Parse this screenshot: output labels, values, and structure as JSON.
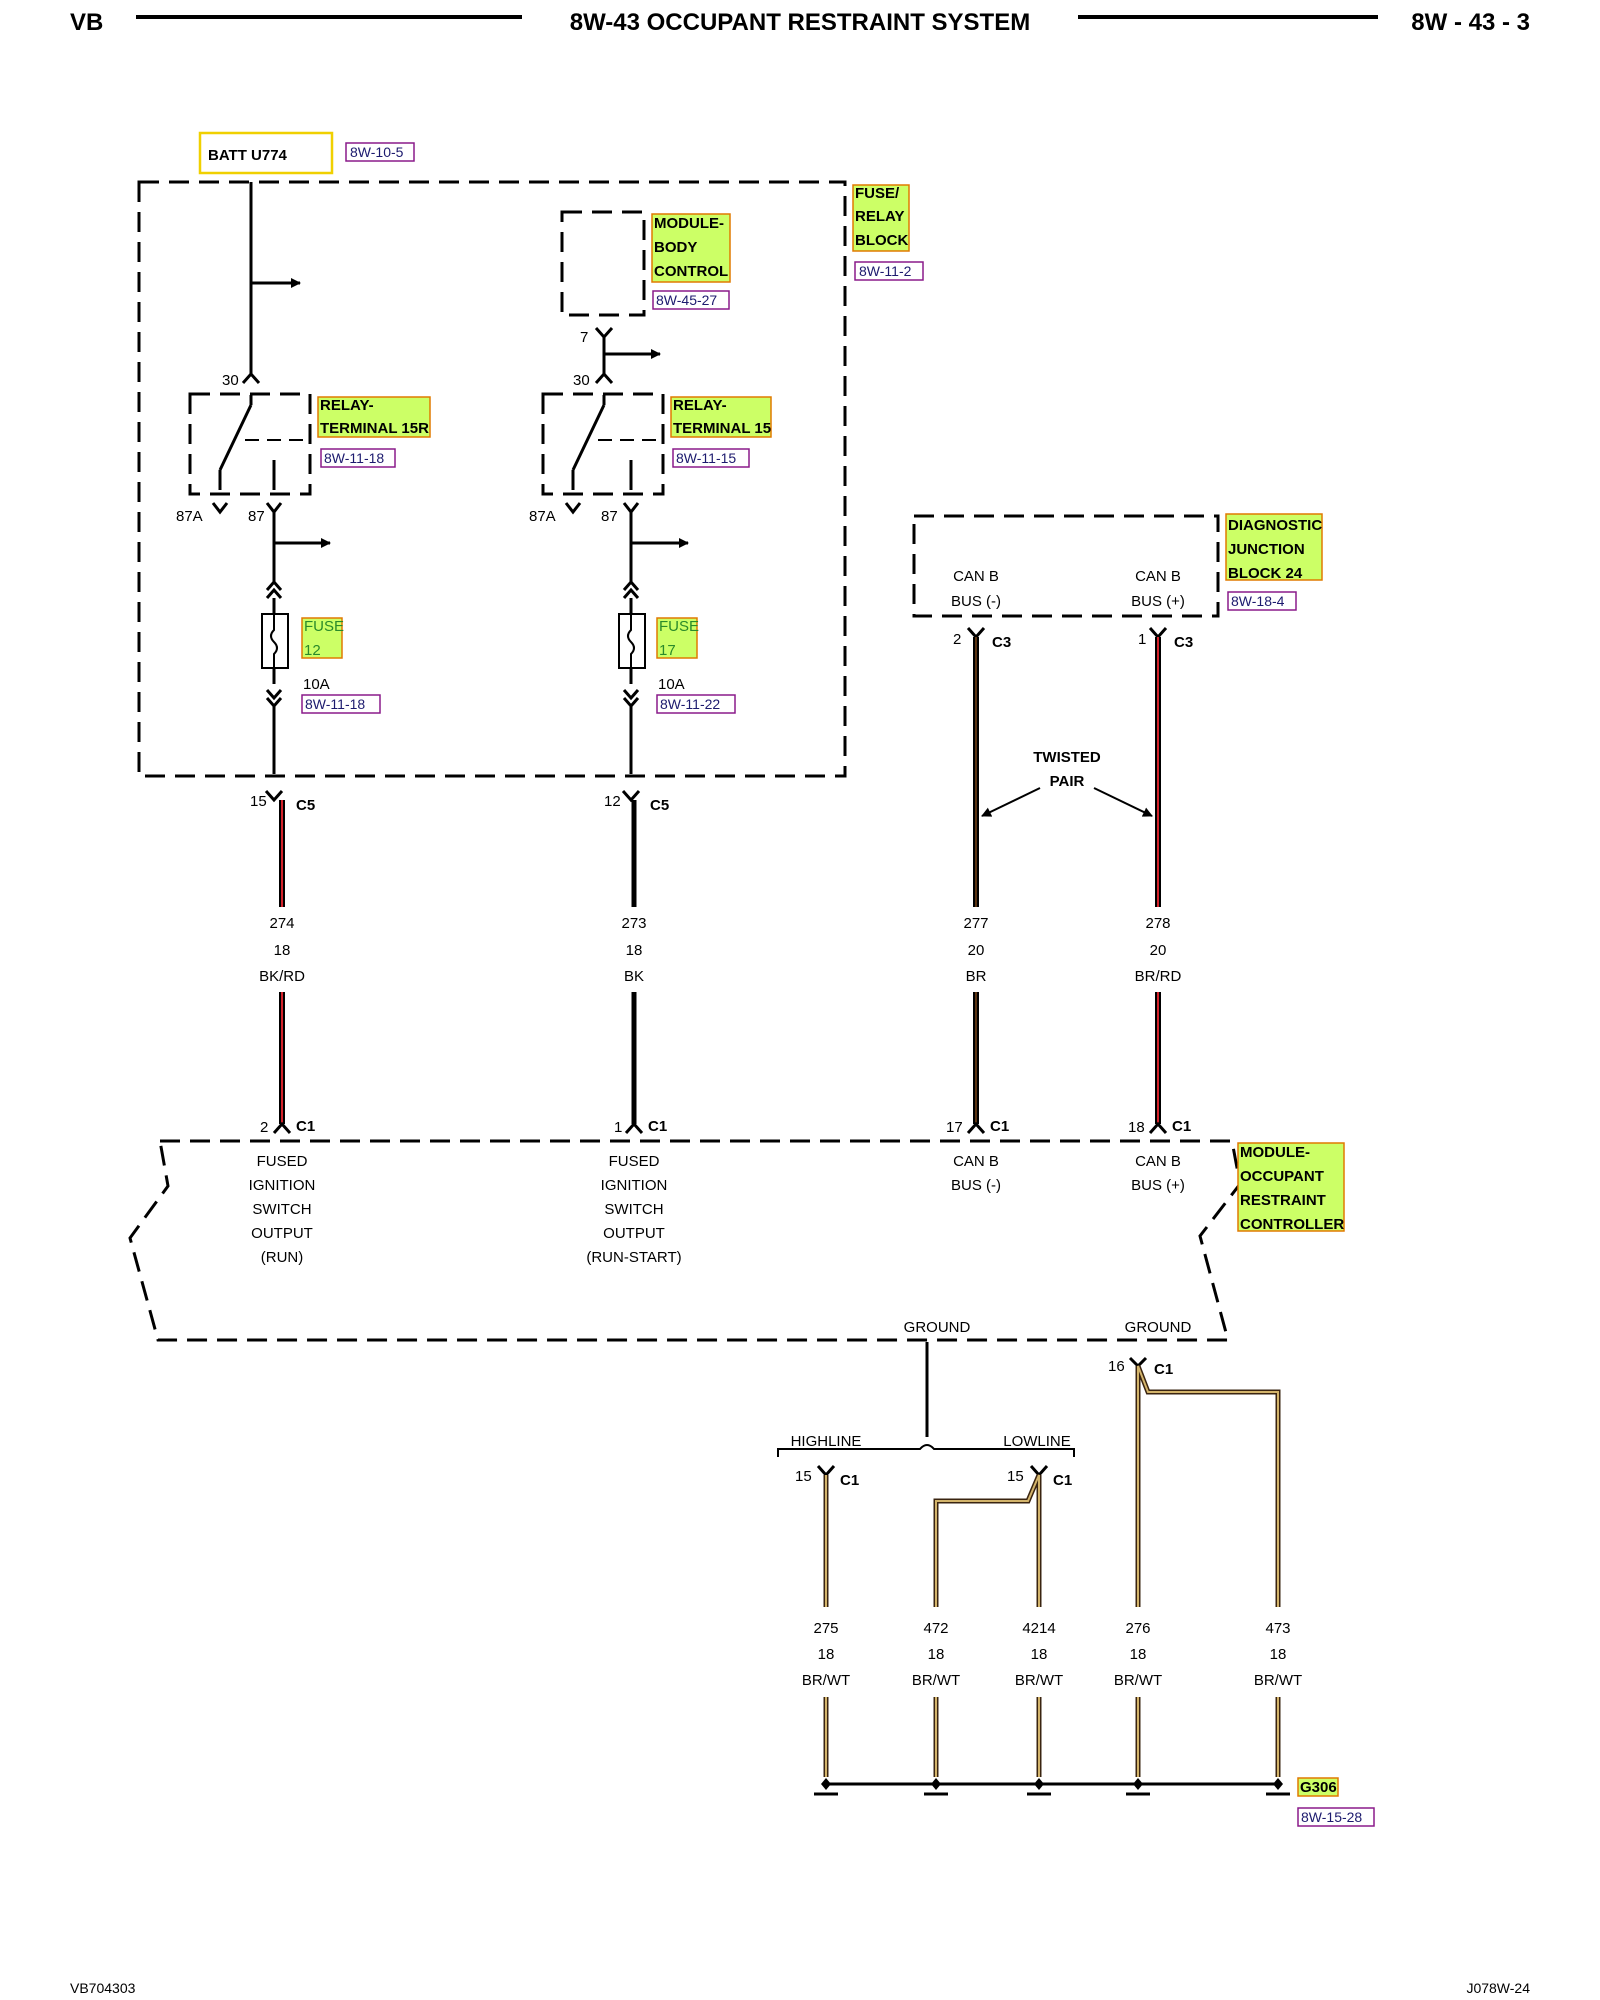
{
  "header": {
    "left": "VB",
    "title": "8W-43 OCCUPANT RESTRAINT SYSTEM",
    "right": "8W - 43 - 3"
  },
  "footer": {
    "left": "VB704303",
    "right": "J078W-24"
  },
  "colors": {
    "red_wire": "#d4232b",
    "brown_wire": "#5a3412",
    "tan_wire": "#d3b46b",
    "highlight": "#ccff66",
    "highlight_border": "#e07a00",
    "batt_border": "#f0d000",
    "ref_border": "#8a1a8a"
  },
  "batt": {
    "label": "BATT U774",
    "ref": "8W-10-5"
  },
  "fuse_relay_block": {
    "line1": "FUSE/",
    "line2": "RELAY",
    "line3": "BLOCK",
    "ref": "8W-11-2"
  },
  "body_control": {
    "line1": "MODULE-",
    "line2": "BODY",
    "line3": "CONTROL",
    "ref": "8W-45-27",
    "pin": "7"
  },
  "relay_15r": {
    "line1": "RELAY-",
    "line2": "TERMINAL 15R",
    "ref": "8W-11-18",
    "pin30": "30",
    "pin87a": "87A",
    "pin87": "87"
  },
  "relay_15": {
    "line1": "RELAY-",
    "line2": "TERMINAL 15",
    "ref": "8W-11-15",
    "pin30": "30",
    "pin87a": "87A",
    "pin87": "87"
  },
  "fuse12": {
    "line1": "FUSE",
    "line2": "12",
    "rating": "10A",
    "ref": "8W-11-18"
  },
  "fuse17": {
    "line1": "FUSE",
    "line2": "17",
    "rating": "10A",
    "ref": "8W-11-22"
  },
  "diag_block": {
    "line1": "DIAGNOSTIC",
    "line2": "JUNCTION",
    "line3": "BLOCK 24",
    "ref": "8W-18-4",
    "can_neg_1": "CAN B",
    "can_neg_2": "BUS (-)",
    "can_pos_1": "CAN B",
    "can_pos_2": "BUS (+)",
    "pin_neg": "2",
    "pin_pos": "1",
    "conn": "C3"
  },
  "twisted": {
    "line1": "TWISTED",
    "line2": "PAIR"
  },
  "c5": {
    "pin_a": "15",
    "pin_b": "12",
    "conn": "C5"
  },
  "wires": [
    {
      "num": "274",
      "gauge": "18",
      "color": "BK/RD"
    },
    {
      "num": "273",
      "gauge": "18",
      "color": "BK"
    },
    {
      "num": "277",
      "gauge": "20",
      "color": "BR"
    },
    {
      "num": "278",
      "gauge": "20",
      "color": "BR/RD"
    }
  ],
  "orc_pins": {
    "p1": "2",
    "p2": "1",
    "p3": "17",
    "p4": "18",
    "conn": "C1"
  },
  "orc": {
    "line1": "MODULE-",
    "line2": "OCCUPANT",
    "line3": "RESTRAINT",
    "line4": "CONTROLLER",
    "f1": [
      "FUSED",
      "IGNITION",
      "SWITCH",
      "OUTPUT",
      "(RUN)"
    ],
    "f2": [
      "FUSED",
      "IGNITION",
      "SWITCH",
      "OUTPUT",
      "(RUN-START)"
    ],
    "can_neg": [
      "CAN B",
      "BUS (-)"
    ],
    "can_pos": [
      "CAN B",
      "BUS (+)"
    ],
    "ground1": "GROUND",
    "ground2": "GROUND"
  },
  "ground_section": {
    "highline": "HIGHLINE",
    "lowline": "LOWLINE",
    "pin15": "15",
    "pin16": "16",
    "conn": "C1",
    "wires": [
      {
        "num": "275",
        "gauge": "18",
        "color": "BR/WT"
      },
      {
        "num": "472",
        "gauge": "18",
        "color": "BR/WT"
      },
      {
        "num": "4214",
        "gauge": "18",
        "color": "BR/WT"
      },
      {
        "num": "276",
        "gauge": "18",
        "color": "BR/WT"
      },
      {
        "num": "473",
        "gauge": "18",
        "color": "BR/WT"
      }
    ],
    "ground_label": "G306",
    "ground_ref": "8W-15-28"
  }
}
